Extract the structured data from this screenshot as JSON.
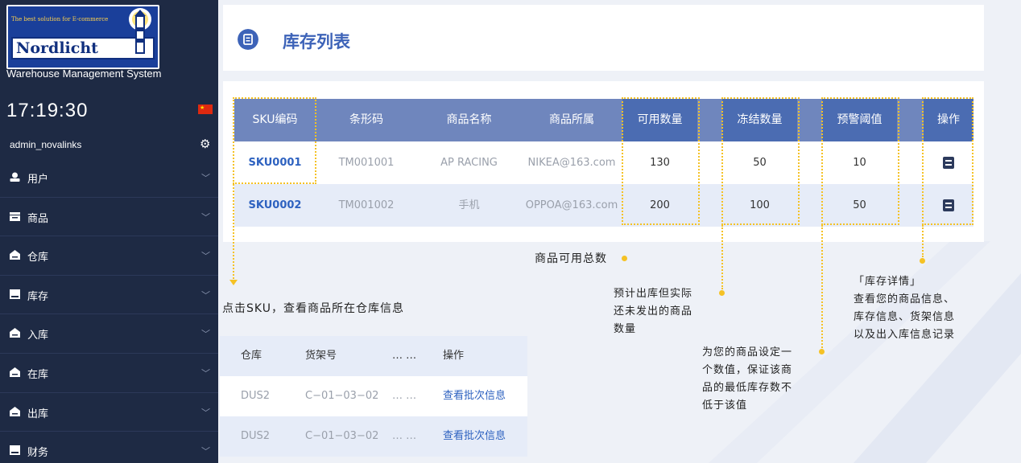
{
  "sidebar": {
    "logo": {
      "tagline": "The best solution for E-commerce",
      "brand": "Nordlicht",
      "subtitle": "Warehouse Management System"
    },
    "clock": "17:19:30",
    "language_flag": "cn-flag-icon",
    "username": "admin_novalinks",
    "items": [
      {
        "label": "用户",
        "icon": "user-icon"
      },
      {
        "label": "商品",
        "icon": "product-icon"
      },
      {
        "label": "仓库",
        "icon": "warehouse-icon"
      },
      {
        "label": "库存",
        "icon": "inventory-icon"
      },
      {
        "label": "入库",
        "icon": "inbound-icon"
      },
      {
        "label": "在库",
        "icon": "in-stock-icon"
      },
      {
        "label": "出库",
        "icon": "outbound-icon"
      },
      {
        "label": "财务",
        "icon": "finance-icon"
      }
    ]
  },
  "page": {
    "title": "库存列表"
  },
  "inventory_table": {
    "columns": [
      "SKU编码",
      "条形码",
      "商品名称",
      "商品所属",
      "可用数量",
      "冻结数量",
      "预警阈值",
      "操作"
    ],
    "rows": [
      {
        "sku": "SKU0001",
        "barcode": "TM001001",
        "name": "AP RACING",
        "owner": "NIKEA@163.com",
        "available": "130",
        "frozen": "50",
        "threshold": "10"
      },
      {
        "sku": "SKU0002",
        "barcode": "TM001002",
        "name": "手机",
        "owner": "OPPOA@163.com",
        "available": "200",
        "frozen": "100",
        "threshold": "50"
      }
    ]
  },
  "annotations": {
    "sku_hint": "点击SKU，查看商品所在仓库信息",
    "available_hint": "商品可用总数",
    "frozen_hint": [
      "预计出库但实际",
      "还未发出的商品",
      "数量"
    ],
    "threshold_hint": [
      "为您的商品设定一",
      "个数值，保证该商",
      "品的最低库存数不",
      "低于该值"
    ],
    "detail_hint": [
      "「库存详情」",
      "查看您的商品信息、",
      "库存信息、货架信息",
      "以及出入库信息记录"
    ]
  },
  "warehouse_table": {
    "columns": [
      "仓库",
      "货架号",
      "… …",
      "操作"
    ],
    "rows": [
      {
        "warehouse": "DUS2",
        "shelf": "C−01−03−02",
        "ellipsis": "… …",
        "action": "查看批次信息"
      },
      {
        "warehouse": "DUS2",
        "shelf": "C−01−03−02",
        "ellipsis": "… …",
        "action": "查看批次信息"
      }
    ]
  },
  "colors": {
    "sidebar_bg": "#1e2a44",
    "header_bg": "#6f86bd",
    "header_highlight": "#4b6cb2",
    "accent": "#3d63b8",
    "link": "#2e62c0",
    "annotation": "#f5c225"
  }
}
